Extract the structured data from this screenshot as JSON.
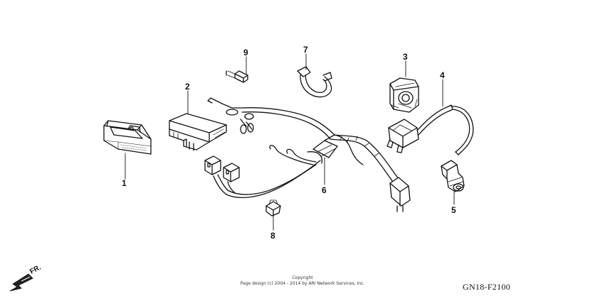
{
  "callouts": [
    "1",
    "2",
    "3",
    "4",
    "5",
    "6",
    "7",
    "8",
    "9"
  ],
  "direction_label": "FR.",
  "copyright": {
    "line1": "Copyright",
    "line2": "Page design (c) 2004 - 2014 by ARI Network Services, Inc."
  },
  "drawing_code": "GN18-F2100",
  "icons": {
    "direction": "forward-arrow-icon"
  }
}
